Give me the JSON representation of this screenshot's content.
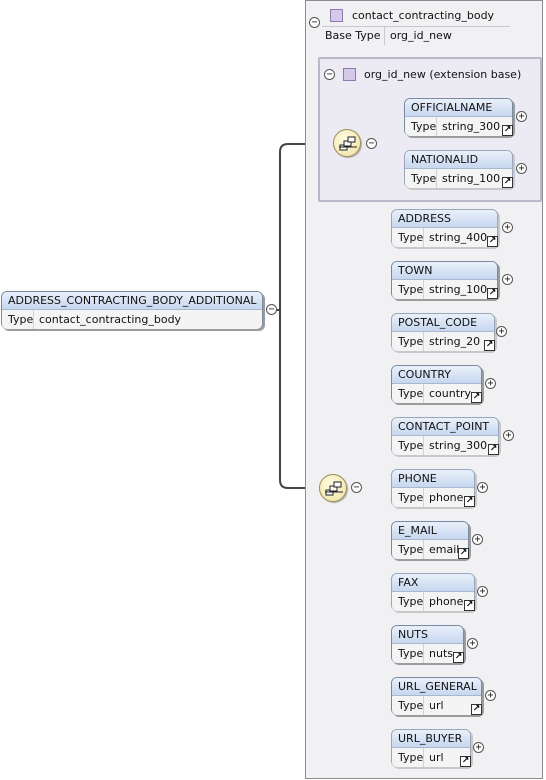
{
  "root": {
    "name": "ADDRESS_CONTRACTING_BODY_ADDITIONAL",
    "type_label": "Type",
    "type_value": "contact_contracting_body"
  },
  "complex_type": {
    "title": "contact_contracting_body",
    "base_type_label": "Base Type",
    "base_type_value": "org_id_new",
    "extension_title": "org_id_new (extension base)"
  },
  "extension_elements": [
    {
      "name": "OFFICIALNAME",
      "type_label": "Type",
      "type_value": "string_300",
      "required": true
    },
    {
      "name": "NATIONALID",
      "type_label": "Type",
      "type_value": "string_100",
      "required": false
    }
  ],
  "sequence_elements": [
    {
      "name": "ADDRESS",
      "type_label": "Type",
      "type_value": "string_400",
      "required": false
    },
    {
      "name": "TOWN",
      "type_label": "Type",
      "type_value": "string_100",
      "required": true
    },
    {
      "name": "POSTAL_CODE",
      "type_label": "Type",
      "type_value": "string_20",
      "required": false
    },
    {
      "name": "COUNTRY",
      "type_label": "Type",
      "type_value": "country",
      "required": true
    },
    {
      "name": "CONTACT_POINT",
      "type_label": "Type",
      "type_value": "string_300",
      "required": false
    },
    {
      "name": "PHONE",
      "type_label": "Type",
      "type_value": "phone",
      "required": false
    },
    {
      "name": "E_MAIL",
      "type_label": "Type",
      "type_value": "email",
      "required": true
    },
    {
      "name": "FAX",
      "type_label": "Type",
      "type_value": "phone",
      "required": false
    },
    {
      "name": "NUTS",
      "type_label": "Type",
      "type_value": "nuts",
      "required": true
    },
    {
      "name": "URL_GENERAL",
      "type_label": "Type",
      "type_value": "url",
      "required": true
    },
    {
      "name": "URL_BUYER",
      "type_label": "Type",
      "type_value": "url",
      "required": false
    }
  ],
  "symbols": {
    "collapse": "−",
    "expand": "+",
    "link_arrow": "↗"
  },
  "colors": {
    "node_header": "#c7d7ef",
    "sequence_compositor": "#f0e2a0",
    "extension_panel": "#ecebf4",
    "type_square": "#d5c9ea"
  }
}
